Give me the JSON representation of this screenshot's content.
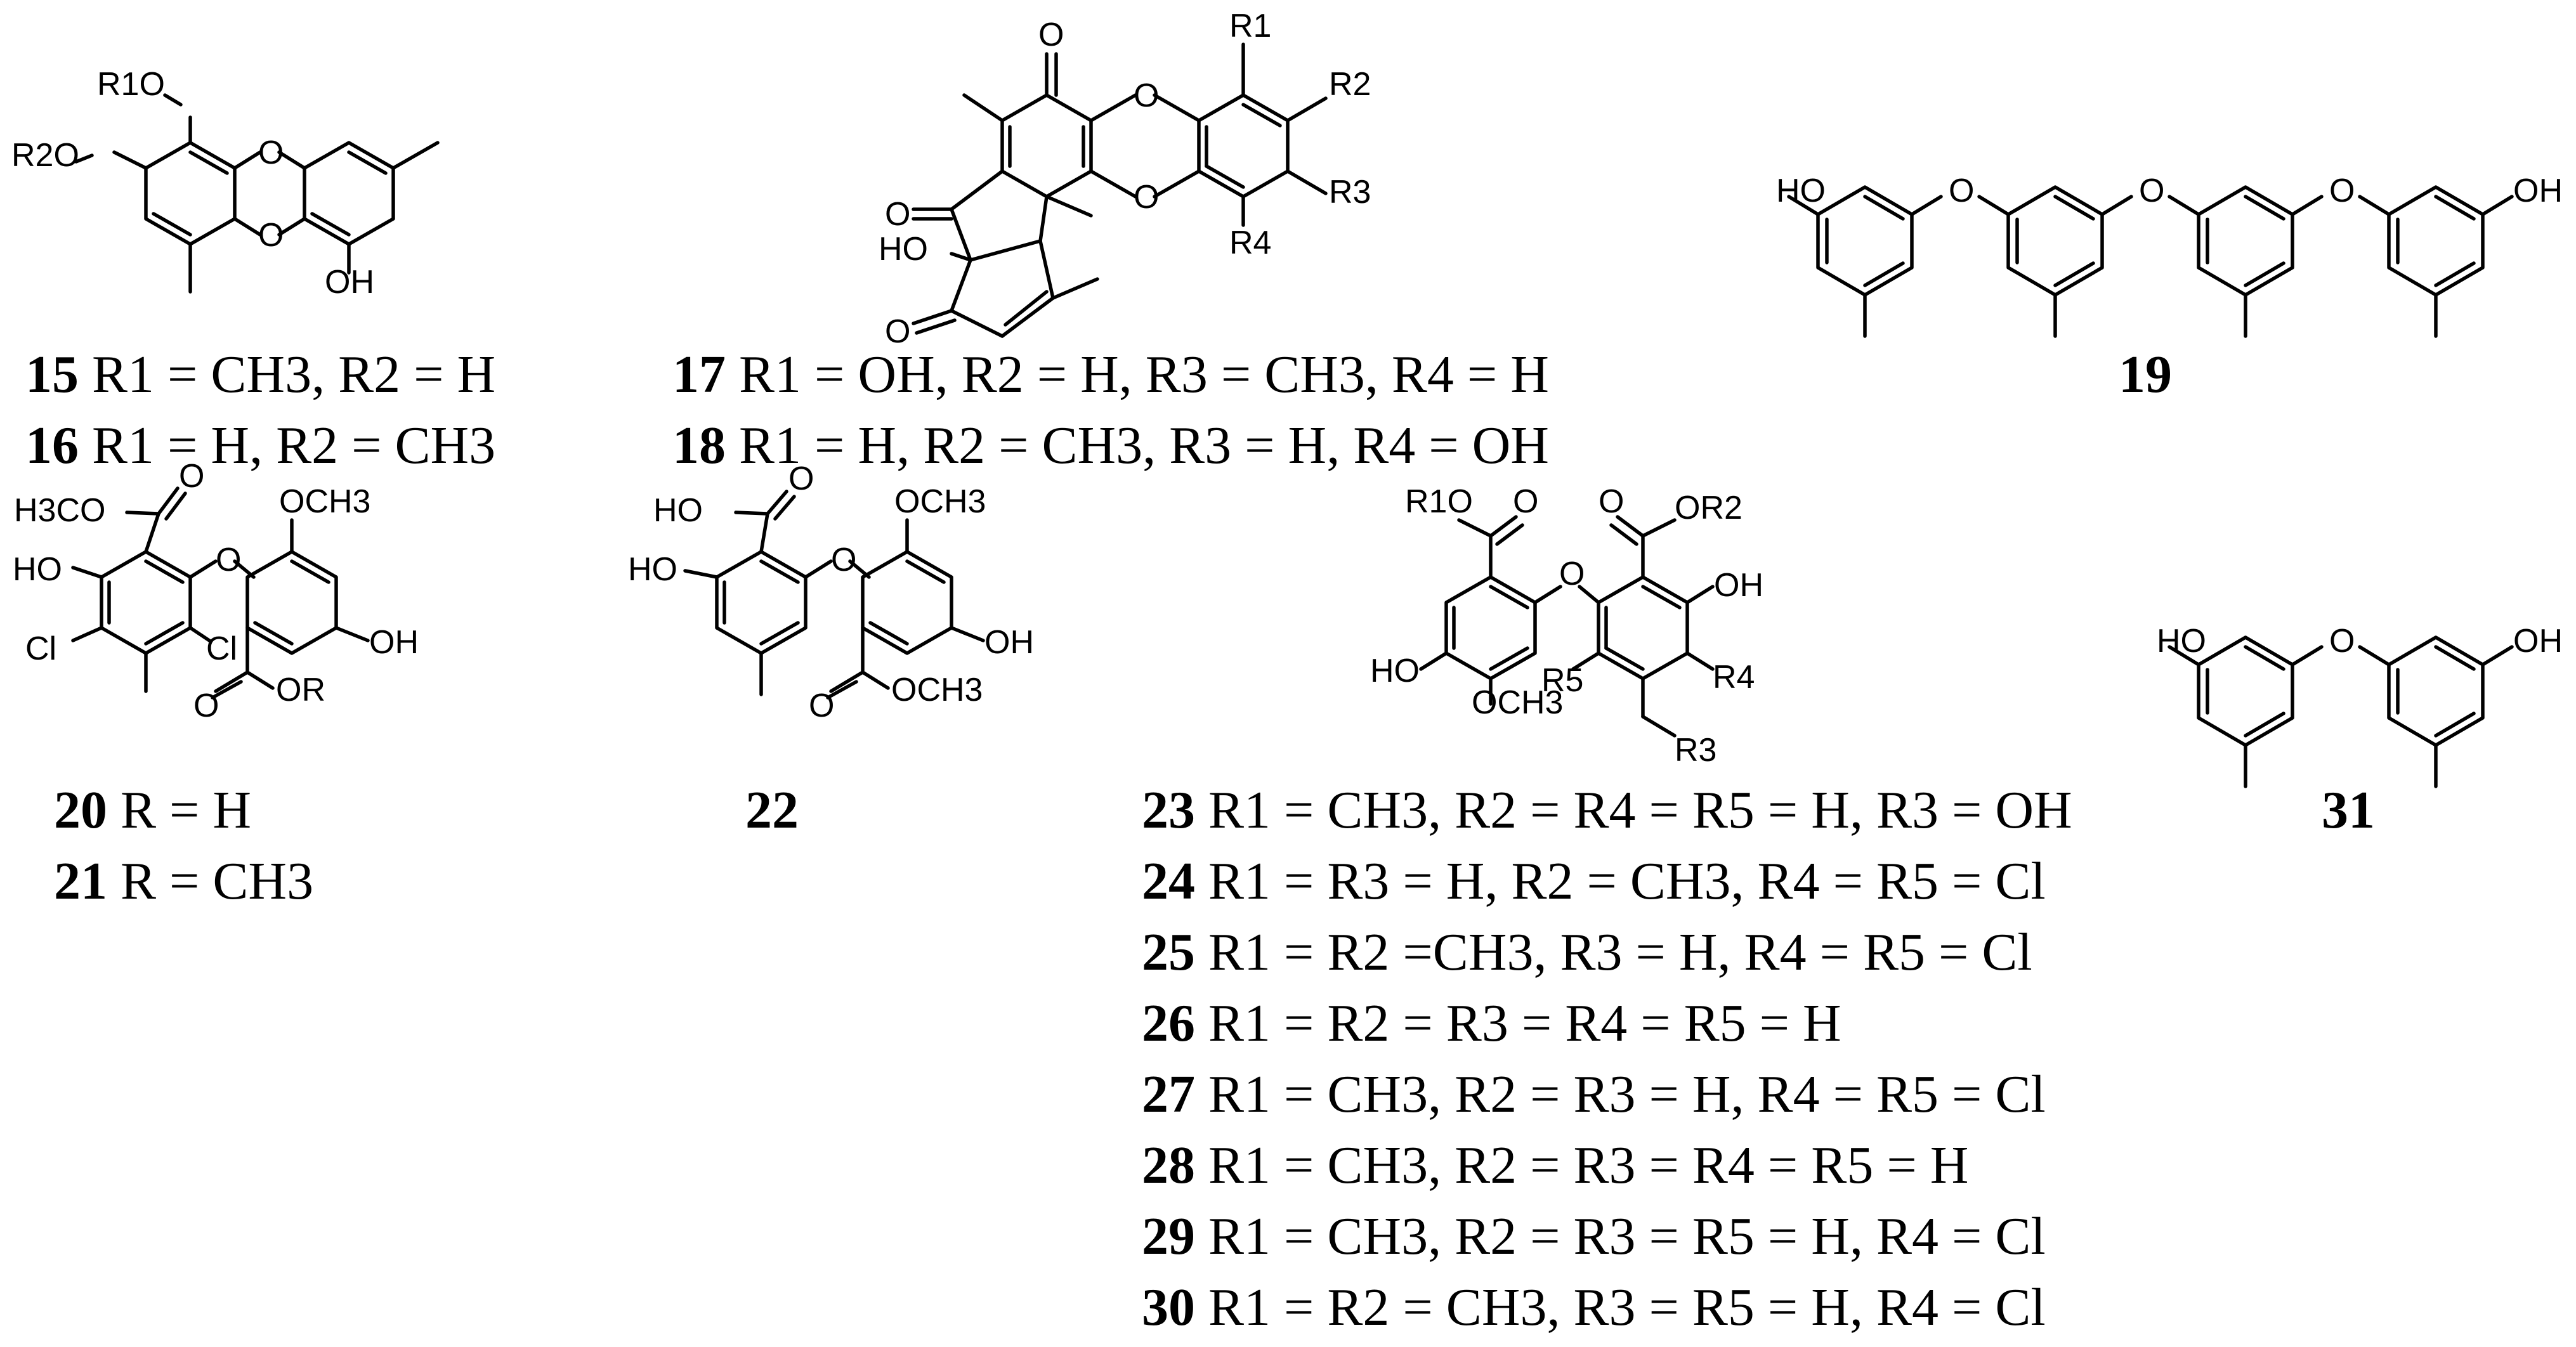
{
  "compounds": {
    "c15_16": {
      "atoms": {
        "r1o": "R1O",
        "r2o": "R2O",
        "o_top": "O",
        "o_bot": "O",
        "oh": "OH"
      },
      "captions": [
        {
          "num": "15",
          "text": "R1 = CH3, R2 = H"
        },
        {
          "num": "16",
          "text": "R1 = H, R2 = CH3"
        }
      ]
    },
    "c17_18": {
      "atoms": {
        "o_ketone_top": "O",
        "o_ketone_left": "O",
        "o_ketone_bot": "O",
        "ho": "HO",
        "o_ring_top": "O",
        "o_ring_bot": "O",
        "r1": "R1",
        "r2": "R2",
        "r3": "R3",
        "r4": "R4"
      },
      "captions": [
        {
          "num": "17",
          "text": "R1 = OH, R2 = H, R3 = CH3, R4 = H"
        },
        {
          "num": "18",
          "text": "R1 = H, R2 = CH3, R3 = H, R4 = OH"
        }
      ]
    },
    "c19": {
      "atoms": {
        "ho": "HO",
        "o1": "O",
        "o2": "O",
        "o3": "O",
        "oh": "OH"
      },
      "captions": [
        {
          "num": "19",
          "text": ""
        }
      ]
    },
    "c20_21": {
      "atoms": {
        "h3co": "H3CO",
        "o_ester": "O",
        "och3": "OCH3",
        "ho": "HO",
        "o_bridge": "O",
        "cl_left": "Cl",
        "cl_right": "Cl",
        "oh": "OH",
        "o_carbonyl": "O",
        "or": "OR"
      },
      "captions": [
        {
          "num": "20",
          "text": "R = H"
        },
        {
          "num": "21",
          "text": "R = CH3"
        }
      ]
    },
    "c22": {
      "atoms": {
        "ho_acid": "HO",
        "o_acid": "O",
        "och3": "OCH3",
        "ho": "HO",
        "o_bridge": "O",
        "oh": "OH",
        "o_ester": "O",
        "och3_ester": "OCH3"
      },
      "captions": [
        {
          "num": "22",
          "text": ""
        }
      ]
    },
    "c23_30": {
      "atoms": {
        "r1o": "R1O",
        "o_left": "O",
        "o_right": "O",
        "or2": "OR2",
        "o_bridge": "O",
        "oh_right": "OH",
        "ho_left": "HO",
        "och3": "OCH3",
        "r5": "R5",
        "r4": "R4",
        "r3": "R3"
      },
      "captions": [
        {
          "num": "23",
          "text": "R1 = CH3, R2 = R4 = R5 = H, R3 = OH"
        },
        {
          "num": "24",
          "text": "R1 = R3 = H, R2 = CH3, R4 = R5 = Cl"
        },
        {
          "num": "25",
          "text": "R1 = R2 =CH3, R3 = H, R4 = R5 = Cl"
        },
        {
          "num": "26",
          "text": "R1 = R2 = R3 = R4 = R5 = H"
        },
        {
          "num": "27",
          "text": "R1 = CH3, R2 = R3 = H, R4 = R5 = Cl"
        },
        {
          "num": "28",
          "text": "R1 = CH3, R2 = R3 = R4 = R5 = H"
        },
        {
          "num": "29",
          "text": "R1 = CH3, R2 = R3 = R5 = H, R4 = Cl"
        },
        {
          "num": "30",
          "text": "R1 = R2 = CH3, R3 = R5 = H, R4 = Cl"
        }
      ]
    },
    "c31": {
      "atoms": {
        "ho": "HO",
        "o": "O",
        "oh": "OH"
      },
      "captions": [
        {
          "num": "31",
          "text": ""
        }
      ]
    }
  }
}
